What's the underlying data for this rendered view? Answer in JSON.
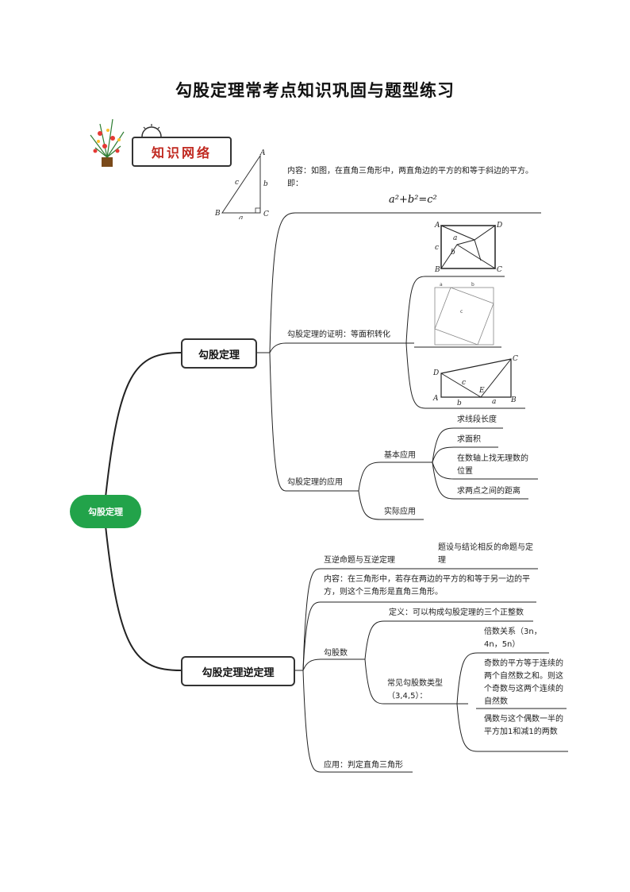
{
  "title": "勾股定理常考点知识巩固与题型练习",
  "badge": "知识网络",
  "root": "勾股定理",
  "branch1": {
    "label": "勾股定理",
    "content": "内容：如图，在直角三角形中，两直角边的平方的和等于斜边的平方。即：",
    "formula": "a²+b²=c²",
    "proof": "勾股定理的证明：等面积转化",
    "application": "勾股定理的应用",
    "basic": "基本应用",
    "basic_items": [
      "求线段长度",
      "求面积",
      "在数轴上找无理数的位置",
      "求两点之间的距离"
    ],
    "practical": "实际应用"
  },
  "branch2": {
    "label": "勾股定理逆定理",
    "inverse": "互逆命题与互逆定理",
    "inverse_def": "题设与结论相反的命题与定理",
    "content": "内容：在三角形中，若存在两边的平方的和等于另一边的平方，则这个三角形是直角三角形。",
    "triple": "勾股数",
    "triple_def": "定义：可以构成勾股定理的三个正整数",
    "common": "常见勾股数类型（3,4,5）：",
    "common_items": [
      "倍数关系（3n，4n，5n）",
      "奇数的平方等于连续的两个自然数之和。则这个奇数与这两个连续的自然数",
      "偶数与这个偶数一半的平方加1和减1的两数"
    ],
    "apply": "应用：判定直角三角形"
  },
  "figure_labels": {
    "tri": [
      "A",
      "B",
      "C",
      "a",
      "b",
      "c"
    ],
    "sq1": [
      "A",
      "D",
      "B",
      "C",
      "a",
      "b",
      "c"
    ],
    "sq2": [
      "a",
      "b",
      "c"
    ],
    "trap": [
      "C",
      "D",
      "A",
      "B",
      "E",
      "a",
      "b",
      "c"
    ]
  }
}
